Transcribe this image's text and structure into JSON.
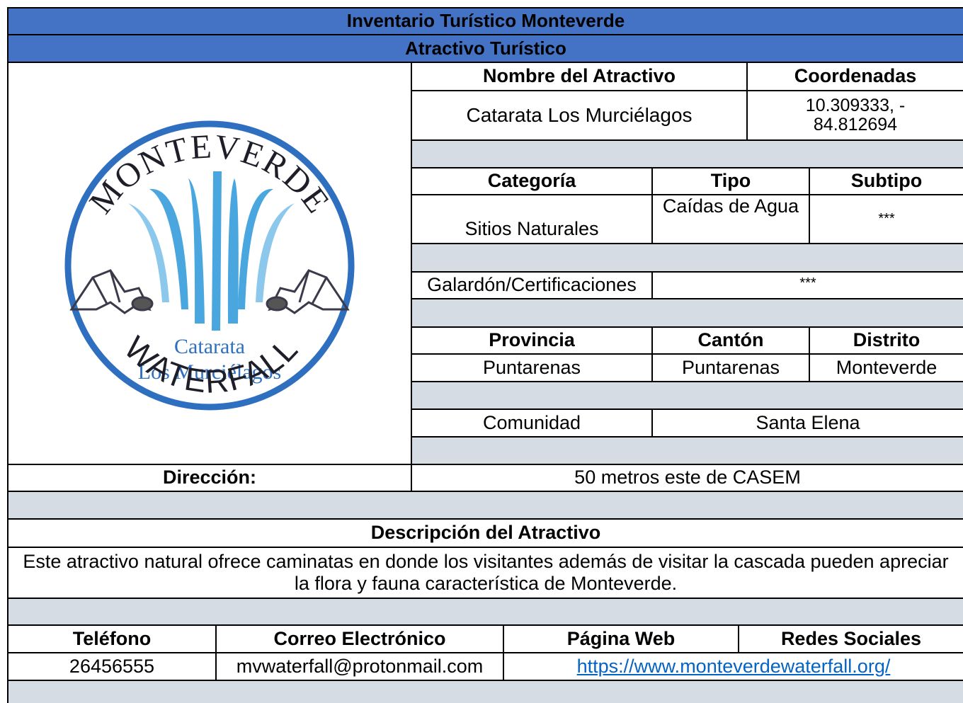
{
  "header": {
    "title": "Inventario Turístico Monteverde",
    "subtitle": "Atractivo Turístico"
  },
  "logo": {
    "top_text": "MONTEVERDE",
    "middle_text_1": "Catarata",
    "middle_text_2": "Los Murciélagos",
    "bottom_text": "WATERFALL",
    "circle_color": "#2f6fc0",
    "water_color": "#4aa6de"
  },
  "attraction": {
    "name_label": "Nombre del Atractivo",
    "name_value": "Catarata Los Murciélagos",
    "coords_label": "Coordenadas",
    "coords_value_line1": "10.309333, -",
    "coords_value_line2": "84.812694"
  },
  "classification": {
    "category_label": "Categoría",
    "type_label": "Tipo",
    "subtype_label": "Subtipo",
    "category_value": "Sitios Naturales",
    "type_value": "Caídas de Agua",
    "subtype_value": "***"
  },
  "awards": {
    "label": "Galardón/Certificaciones",
    "value": "***"
  },
  "location": {
    "province_label": "Provincia",
    "canton_label": "Cantón",
    "district_label": "Distrito",
    "province_value": "Puntarenas",
    "canton_value": "Puntarenas",
    "district_value": "Monteverde",
    "community_label": "Comunidad",
    "community_value": "Santa Elena"
  },
  "address": {
    "label": "Dirección:",
    "value": "50 metros este de CASEM"
  },
  "description": {
    "label": "Descripción del Atractivo",
    "text": "Este atractivo natural ofrece caminatas en donde los visitantes además de visitar la cascada pueden apreciar la flora y fauna característica de Monteverde."
  },
  "contact": {
    "phone_label": "Teléfono",
    "email_label": "Correo Electrónico",
    "web_label": "Página Web",
    "social_label": "Redes Sociales",
    "phone_value": "26456555",
    "email_value": "mvwaterfall@protonmail.com",
    "web_value": "https://www.monteverdewaterfall.org/"
  },
  "colors": {
    "header_blue": "#4472c4",
    "spacer_gray": "#d5dce4",
    "link_blue": "#0563c1"
  }
}
